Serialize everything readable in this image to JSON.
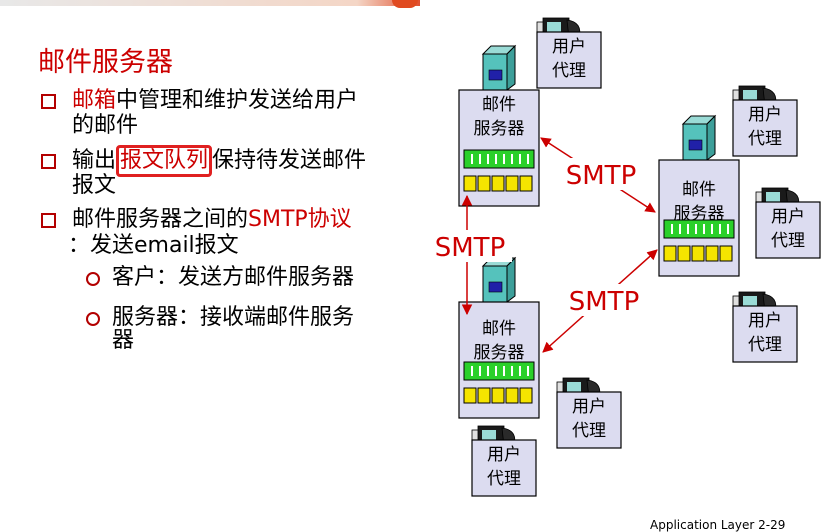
{
  "title": "邮件服务器",
  "bullets": {
    "b1": {
      "red": "邮箱",
      "line1_rest": "中管理和维护发送给用户",
      "line2": "的邮件"
    },
    "b2": {
      "pre": "输出",
      "boxed": "报文队列",
      "post": "保持待发送邮件",
      "line2": "报文"
    },
    "b3": {
      "pre": "邮件服务器之间的",
      "red": "SMTP协议",
      "line2": "：发送email报文"
    },
    "sub1": "客户：发送方邮件服务器",
    "sub2": {
      "line1": "服务器：接收端邮件服务",
      "line2": "器"
    }
  },
  "diagram": {
    "server_label": [
      "邮件",
      "服务器"
    ],
    "agent_label": [
      "用户",
      "代理"
    ],
    "smtp": "SMTP"
  },
  "footer": "Application Layer   2-29"
}
